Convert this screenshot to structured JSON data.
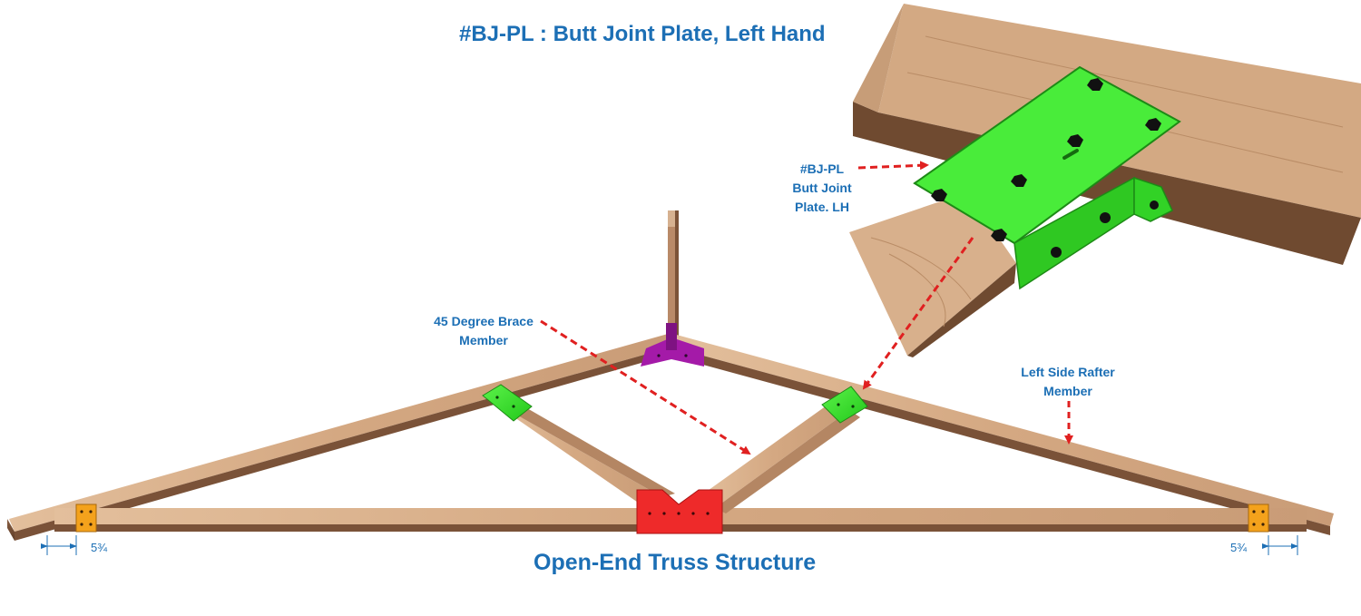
{
  "title": "#BJ-PL : Butt Joint Plate, Left Hand",
  "caption": "Open-End Truss Structure",
  "callouts": {
    "plate_line1": "#BJ-PL",
    "plate_line2": "Butt Joint",
    "plate_line3": "Plate. LH",
    "brace_line1": "45 Degree Brace",
    "brace_line2": "Member",
    "rafter_line1": "Left Side Rafter",
    "rafter_line2": "Member"
  },
  "dimensions": {
    "left": "5¾",
    "right": "5¾"
  },
  "colors": {
    "text": "#1c6fb5",
    "wood": "#d8b08c",
    "wood_dark": "#7a5238",
    "green_plate": "#38e62c",
    "red_plate": "#ee2a2a",
    "purple_plate": "#a41aa8",
    "orange_plate": "#f4a21c",
    "arrow": "#e02020"
  }
}
